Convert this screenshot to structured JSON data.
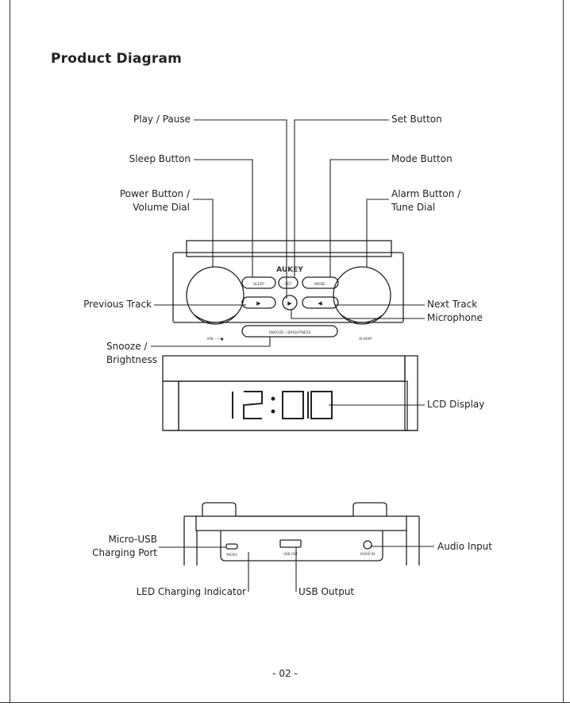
{
  "title": "Product Diagram",
  "page_number": "- 02 -",
  "device_text": {
    "brand": "AUKEY",
    "sleep": "SLEEP",
    "set": "SET",
    "mode": "MODE",
    "snooze": "SNOOZE / BRIGHTNESS",
    "vol": "VOL – / ●",
    "alarm": "ALARM",
    "micro_usb": "MICRO",
    "usb": "USB OUT",
    "audio_in": "AUDIO IN"
  },
  "lcd_digits": "12:00",
  "labels": {
    "play_pause": "Play / Pause",
    "set_button": "Set Button",
    "sleep_button": "Sleep Button",
    "mode_button": "Mode Button",
    "power_line1": "Power Button /",
    "power_line2": "Volume Dial",
    "alarm_line1": "Alarm Button /",
    "alarm_line2": "Tune Dial",
    "previous_track": "Previous Track",
    "next_track": "Next Track",
    "microphone": "Microphone",
    "snooze_line1": "Snooze /",
    "snooze_line2": "Brightness",
    "lcd_display": "LCD Display",
    "microusb_line1": "Micro-USB",
    "microusb_line2": "Charging Port",
    "audio_input": "Audio Input",
    "led_indicator": "LED Charging Indicator",
    "usb_output": "USB Output"
  }
}
